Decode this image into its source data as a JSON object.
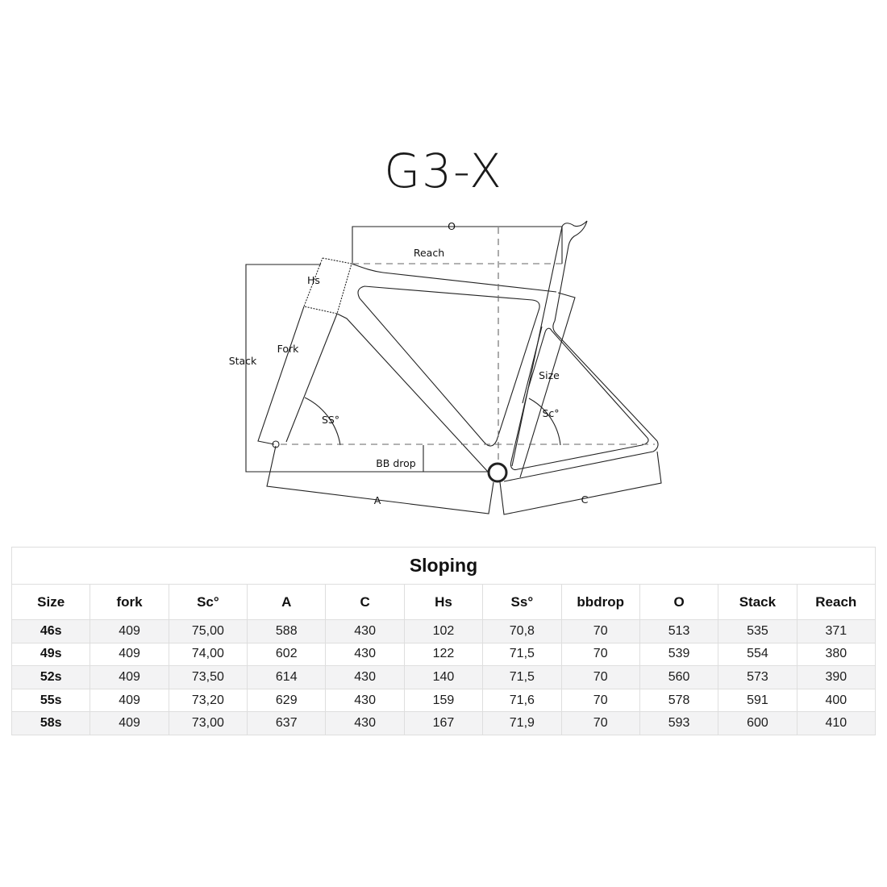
{
  "title": "G3-X",
  "diagram": {
    "labels": {
      "o": "O",
      "reach": "Reach",
      "hs": "Hs",
      "stack": "Stack",
      "fork": "Fork",
      "size": "Size",
      "ss_angle": "SS°",
      "sc_angle": "Sc°",
      "bb_drop": "BB drop",
      "a": "A",
      "c": "C"
    },
    "colors": {
      "line": "#222222",
      "dash": "#666666"
    }
  },
  "table": {
    "caption": "Sloping",
    "columns": [
      "Size",
      "fork",
      "Sc°",
      "A",
      "C",
      "Hs",
      "Ss°",
      "bbdrop",
      "O",
      "Stack",
      "Reach"
    ],
    "rows": [
      [
        "46s",
        "409",
        "75,00",
        "588",
        "430",
        "102",
        "70,8",
        "70",
        "513",
        "535",
        "371"
      ],
      [
        "49s",
        "409",
        "74,00",
        "602",
        "430",
        "122",
        "71,5",
        "70",
        "539",
        "554",
        "380"
      ],
      [
        "52s",
        "409",
        "73,50",
        "614",
        "430",
        "140",
        "71,5",
        "70",
        "560",
        "573",
        "390"
      ],
      [
        "55s",
        "409",
        "73,20",
        "629",
        "430",
        "159",
        "71,6",
        "70",
        "578",
        "591",
        "400"
      ],
      [
        "58s",
        "409",
        "73,00",
        "637",
        "430",
        "167",
        "71,9",
        "70",
        "593",
        "600",
        "410"
      ]
    ]
  }
}
